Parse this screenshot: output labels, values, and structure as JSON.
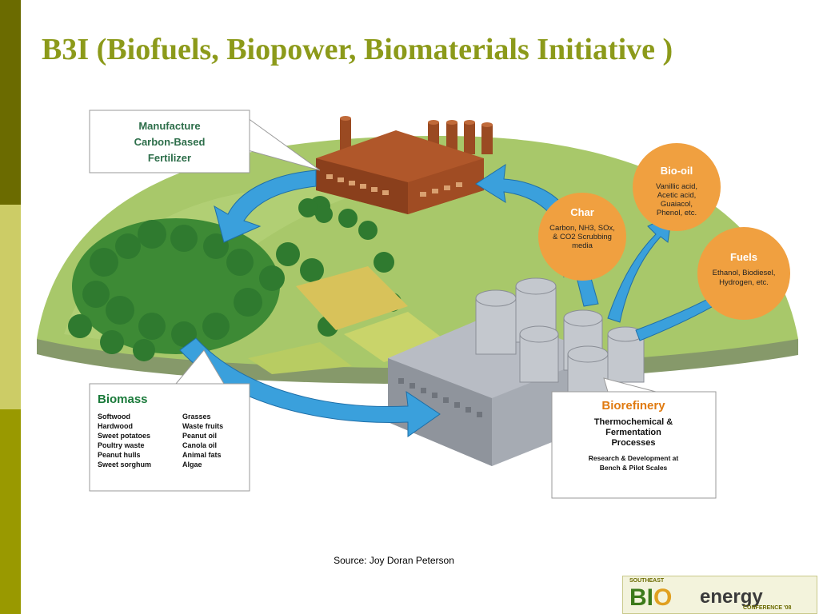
{
  "slide": {
    "title": "B3I (Biofuels, Biopower, Biomaterials Initiative )",
    "source": "Source: Joy Doran Peterson"
  },
  "diagram": {
    "fertilizer": {
      "lines": [
        "Manufacture",
        "Carbon-Based",
        "Fertilizer"
      ]
    },
    "char": {
      "title": "Char",
      "lines": [
        "Carbon, NH3, SOx,",
        "& CO2 Scrubbing",
        "media"
      ]
    },
    "biooil": {
      "title": "Bio-oil",
      "lines": [
        "Vanillic acid,",
        "Acetic acid,",
        "Guaiacol,",
        "Phenol, etc."
      ]
    },
    "fuels": {
      "title": "Fuels",
      "lines": [
        "Ethanol, Biodiesel,",
        "Hydrogen, etc."
      ]
    },
    "biomass": {
      "title": "Biomass",
      "col1": [
        "Softwood",
        "Hardwood",
        "Sweet potatoes",
        "Poultry waste",
        "Peanut hulls",
        "Sweet sorghum"
      ],
      "col2": [
        "Grasses",
        "Waste fruits",
        "Peanut oil",
        "Canola oil",
        "Animal fats",
        "Algae"
      ]
    },
    "biorefinery": {
      "title": "Biorefinery",
      "lines": [
        "Thermochemical &",
        "Fermentation",
        "Processes"
      ],
      "sublines": [
        "Research & Development at",
        "Bench & Pilot Scales"
      ]
    }
  },
  "logo": {
    "top": "SOUTHEAST",
    "bi": "BI",
    "o": "O",
    "energy": "energy",
    "conference": "CONFERENCE '08"
  },
  "colors": {
    "title": "#8c9a1a",
    "arrow": "#3aa0dc",
    "bubble": "#f0a040",
    "ground": "#a8c86a",
    "biomass_title": "#1a7a3a",
    "biorefinery_title": "#e07a10"
  }
}
